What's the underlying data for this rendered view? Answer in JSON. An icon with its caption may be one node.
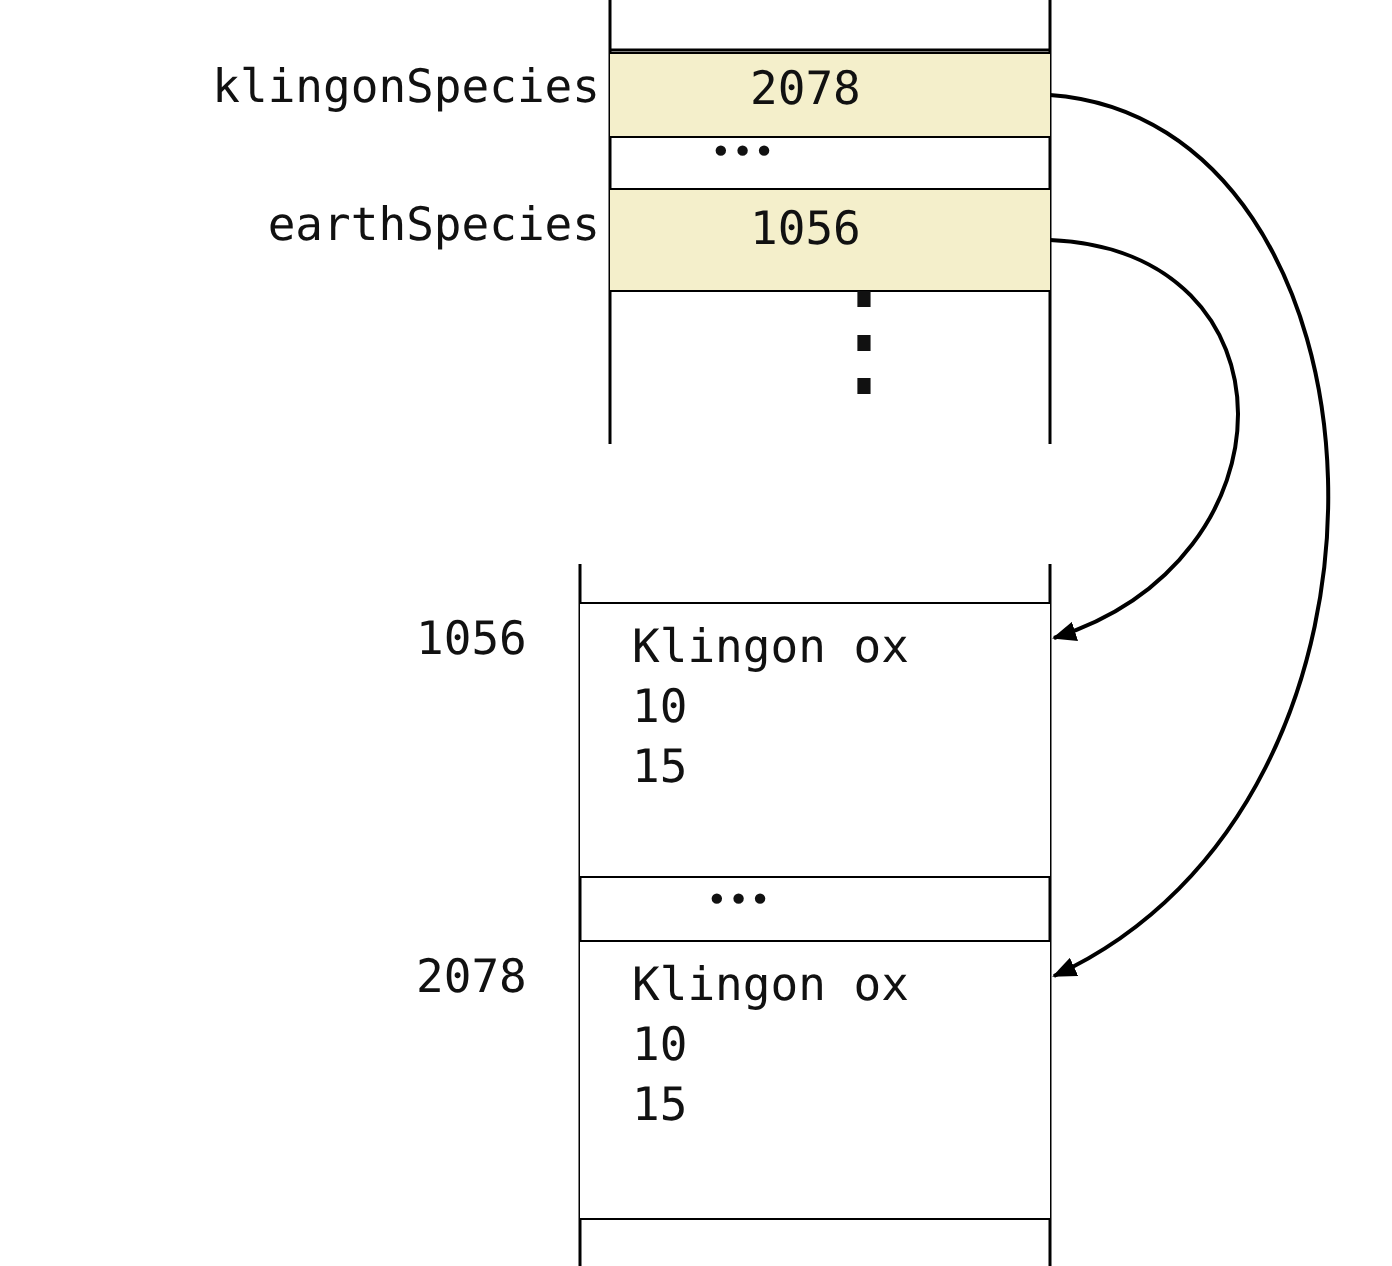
{
  "diagram": {
    "nodes": [
      {
        "text": [
          "2078"
        ],
        "beside": [
          "klingonSpecies"
        ]
      },
      {
        "text": [
          "1056"
        ],
        "beside": [
          "earthSpecies"
        ]
      },
      {
        "text": [
          "Klingon ox",
          "10",
          "15"
        ],
        "beside": [
          "1056"
        ]
      },
      {
        "text": [
          "Klingon ox",
          "10",
          "15"
        ],
        "beside": [
          "2078"
        ]
      }
    ],
    "edges": [
      {
        "from": 0,
        "to": 3,
        "arrow": "to"
      },
      {
        "from": 1,
        "to": 2,
        "arrow": "to"
      }
    ],
    "labels": [
      "•••",
      "⋮",
      "•••"
    ]
  }
}
